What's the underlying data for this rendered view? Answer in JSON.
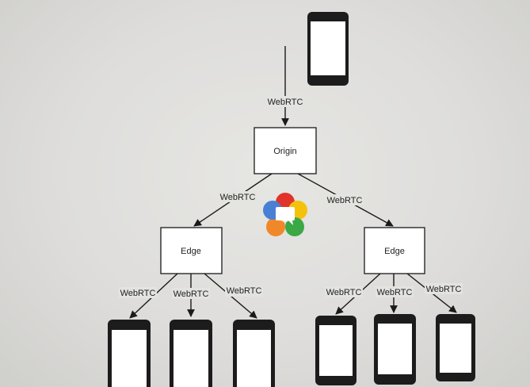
{
  "diagram": {
    "nodes": {
      "origin": {
        "label": "Origin"
      },
      "edge_left": {
        "label": "Edge"
      },
      "edge_right": {
        "label": "Edge"
      }
    },
    "edges": {
      "source_to_origin": "WebRTC",
      "origin_to_edge_left": "WebRTC",
      "origin_to_edge_right": "WebRTC",
      "edge_left_to_phone_1": "WebRTC",
      "edge_left_to_phone_2": "WebRTC",
      "edge_left_to_phone_3": "WebRTC",
      "edge_right_to_phone_4": "WebRTC",
      "edge_right_to_phone_5": "WebRTC",
      "edge_right_to_phone_6": "WebRTC"
    },
    "logo": "webrtc-logo",
    "colors": {
      "line": "#1a1a1a",
      "box_fill": "#ffffff",
      "phone_body": "#1c1c1c",
      "logo_red": "#e0342b",
      "logo_yellow": "#f4c20d",
      "logo_green": "#3aa845",
      "logo_blue": "#4a7fd6",
      "logo_orange": "#f0882a"
    }
  }
}
